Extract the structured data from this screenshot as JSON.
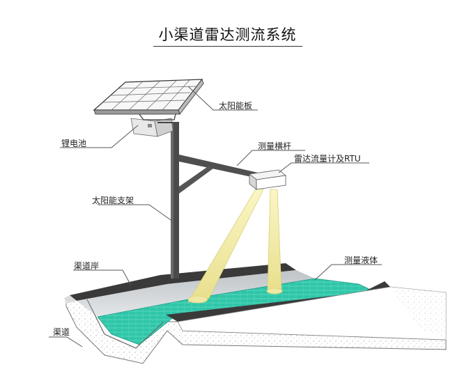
{
  "title": "小渠道雷达测流系统",
  "labels": {
    "solar_panel": "太阳能板",
    "lithium_battery": "锂电池",
    "crossbar": "测量横杆",
    "radar_rtu": "雷达流量计及RTU",
    "solar_mount": "太阳能支架",
    "channel_bank": "渠道岸",
    "liquid": "测量液体",
    "channel": "渠道"
  },
  "colors": {
    "water": "#2fc5a8",
    "beam": "#f0eaa0",
    "pole": "#4a4a4a",
    "bank": "#3a3a3a"
  }
}
